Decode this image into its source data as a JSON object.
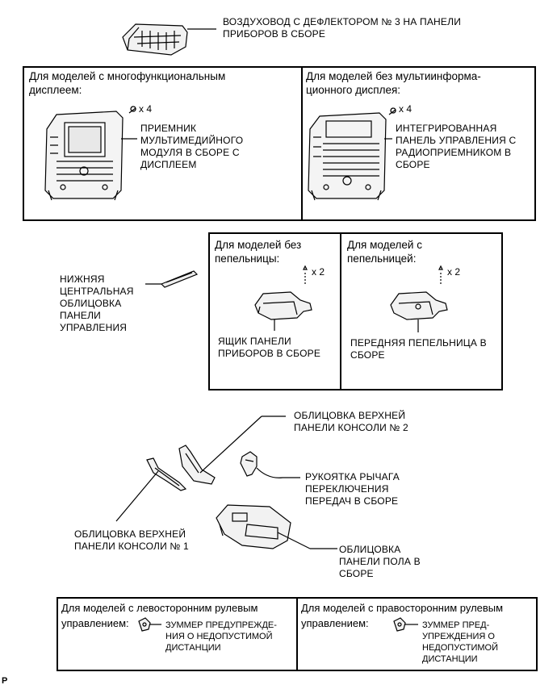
{
  "vent": {
    "label": "ВОЗДУХОВОД С ДЕФЛЕКТОРОМ № 3 НА ПАНЕЛИ\nПРИБОРОВ В СБОРЕ"
  },
  "display_group": {
    "left": {
      "caption": "Для моделей с многофункциональным\nдисплеем:",
      "qty": "x 4",
      "part": "ПРИЕМНИК\nМУЛЬТИМЕДИЙНОГО\nМОДУЛЯ В СБОРЕ С\nДИСПЛЕЕМ"
    },
    "right": {
      "caption": "Для моделей без мультиинформа-\nционного дисплея:",
      "qty": "x 4",
      "part": "ИНТЕГРИРОВАННАЯ\nПАНЕЛЬ УПРАВЛЕНИЯ С\nРАДИОПРИЕМНИКОМ В\nСБОРЕ"
    }
  },
  "lower_trim": {
    "label": "НИЖНЯЯ\nЦЕНТРАЛЬНАЯ\nОБЛИЦОВКА\nПАНЕЛИ\nУПРАВЛЕНИЯ"
  },
  "ashtray_group": {
    "left": {
      "caption": "Для моделей без\nпепельницы:",
      "qty": "x 2",
      "part": "ЯЩИК ПАНЕЛИ\nПРИБОРОВ В СБОРЕ"
    },
    "right": {
      "caption": "Для моделей с\nпепельницей:",
      "qty": "x 2",
      "part": "ПЕРЕДНЯЯ ПЕПЕЛЬНИЦА В\nСБОРЕ"
    }
  },
  "console": {
    "upper2": "ОБЛИЦОВКА ВЕРХНЕЙ\nПАНЕЛИ КОНСОЛИ № 2",
    "knob": "РУКОЯТКА РЫЧАГА\nПЕРЕКЛЮЧЕНИЯ\nПЕРЕДАЧ В СБОРЕ",
    "upper1": "ОБЛИЦОВКА ВЕРХНЕЙ\nПАНЕЛИ КОНСОЛИ № 1",
    "floor": "ОБЛИЦОВКА\nПАНЕЛИ ПОЛА В\nСБОРЕ"
  },
  "buzzer_group": {
    "left": {
      "caption_line1": "Для моделей с левосторонним рулевым",
      "caption_line2": "управлением:",
      "part": "ЗУММЕР ПРЕДУПРЕЖДЕ-\nНИЯ О НЕДОПУСТИМОЙ\nДИСТАНЦИИ"
    },
    "right": {
      "caption_line1": "Для моделей с правосторонним рулевым",
      "caption_line2": "управлением:",
      "part": "ЗУММЕР ПРЕД-\nУПРЕЖДЕНИЯ О\nНЕДОПУСТИМОЙ\nДИСТАНЦИИ"
    }
  },
  "footer_mark": "P"
}
